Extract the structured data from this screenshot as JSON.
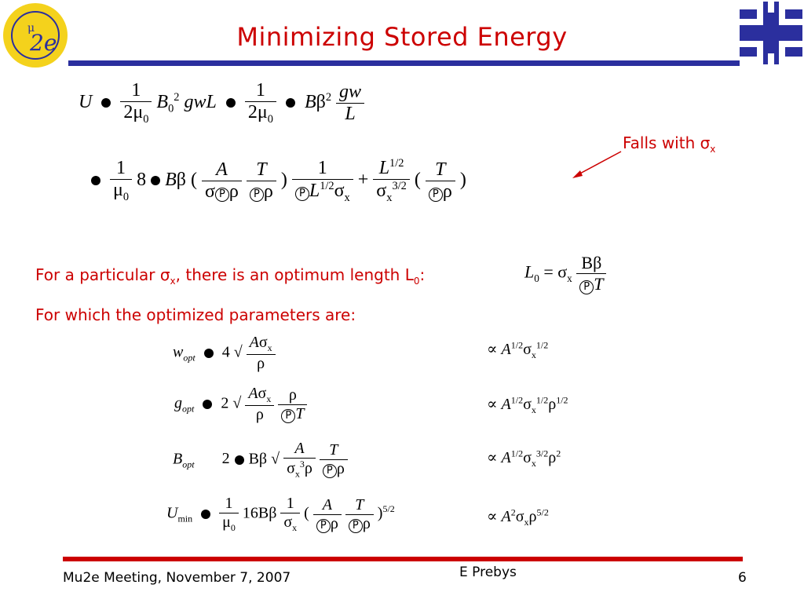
{
  "slide": {
    "title": "Minimizing Stored Energy",
    "callout_falls_with": "Falls with",
    "callout_sub": "x",
    "text_particular_a": "For a particular",
    "text_particular_sub": "x",
    "text_particular_b": ", there is an optimum length L",
    "text_particular_sub0": "0",
    "text_particular_colon": ":",
    "text_optimized": "For which the optimized parameters are:"
  },
  "equations": {
    "U_label": "U",
    "eq1_num": "1",
    "eq1_den": "2",
    "eq1_mu0_sub": "0",
    "eq1_term": "B",
    "eq1_sub0": "0",
    "eq1_sup2": "2",
    "eq1_rest": "gwL",
    "eq1b_num": "1",
    "eq1b_den": "2",
    "eq1b_sub": "0",
    "eq1b_term": "B",
    "eq1b_sup": "2",
    "eq1c_num": "gw",
    "eq1c_den": "L",
    "eq2_num": "1",
    "eq2_sub": "0",
    "eq2_8": "8",
    "eq2_B": "B",
    "eq2_A": "A",
    "eq2_T": "T",
    "eq2_one": "1",
    "eq2_L": "L",
    "eq2_half": "1/2",
    "eq2_threehalf": "3/2",
    "eq2_x": "x",
    "L0_label": "L",
    "L0_sub": "0",
    "L0_x": "x",
    "L0_T": "T",
    "w_label": "w",
    "w_sub": "opt",
    "w_coef": "4",
    "w_A": "A",
    "w_x": "x",
    "w_result": "A",
    "w_res_sup": "1/2",
    "w_res_sup2": "1/2",
    "g_label": "g",
    "g_sub": "opt",
    "g_coef": "2",
    "g_A": "A",
    "g_T": "T",
    "g_result": "A",
    "g_res_sup": "1/2",
    "g_res_sup2": "1/2",
    "g_res_sup3": "1/2",
    "B_label": "B",
    "B_sub": "opt",
    "B_coef": "2",
    "B_A": "A",
    "B_T": "T",
    "B_x3": "3",
    "B_result": "A",
    "B_res_sup": "1/2",
    "B_res_sup2": "3/2",
    "B_res_sup3": "2",
    "Umin_label": "U",
    "Umin_sub": "min",
    "Umin_num": "1",
    "Umin_16": "16",
    "Umin_one": "1",
    "Umin_A": "A",
    "Umin_T": "T",
    "Umin_sup52": "5/2",
    "Umin_result": "A",
    "Umin_res_sup": "2",
    "Umin_res_sup2": "5/2",
    "circled_P": "P"
  },
  "footer": {
    "meeting": "Mu2e Meeting, November 7, 2007",
    "author": "E Prebys",
    "page": "6"
  },
  "colors": {
    "title_red": "#cc0000",
    "rule_blue": "#2b2f9e",
    "logo_yellow": "#f4d21c",
    "logo_blue": "#2b2f9e"
  },
  "icons": [
    "mu2e-logo",
    "fermilab-logo",
    "callout-arrow"
  ]
}
